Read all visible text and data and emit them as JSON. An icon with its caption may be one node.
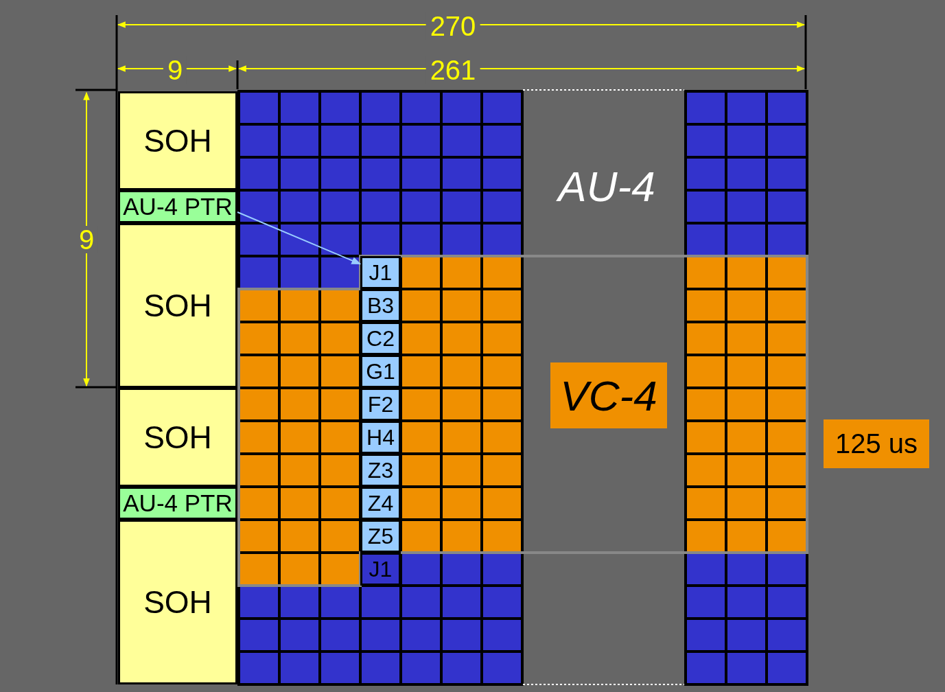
{
  "diagram": {
    "nodes": [
      {
        "text": [
          "SOH"
        ]
      },
      {
        "text": [
          "AU-4 PTR"
        ]
      },
      {
        "text": [
          "SOH"
        ]
      },
      {
        "text": [
          "SOH"
        ]
      },
      {
        "text": [
          "AU-4 PTR"
        ]
      },
      {
        "text": [
          "SOH"
        ]
      },
      {
        "text": [
          "J1"
        ]
      },
      {
        "text": [
          "B3"
        ]
      },
      {
        "text": [
          "C2"
        ]
      },
      {
        "text": [
          "G1"
        ]
      },
      {
        "text": [
          "F2"
        ]
      },
      {
        "text": [
          "H4"
        ]
      },
      {
        "text": [
          "Z3"
        ]
      },
      {
        "text": [
          "Z4"
        ]
      },
      {
        "text": [
          "Z5"
        ]
      },
      {
        "text": [
          "J1"
        ]
      },
      {
        "text": [
          "VC-4"
        ]
      },
      {
        "text": [
          "125 us"
        ]
      }
    ],
    "edges": [
      {
        "from": 1,
        "to": 6,
        "arrow": "to"
      }
    ],
    "labels": [
      "270",
      "9",
      "261",
      "9",
      "AU-4"
    ]
  }
}
